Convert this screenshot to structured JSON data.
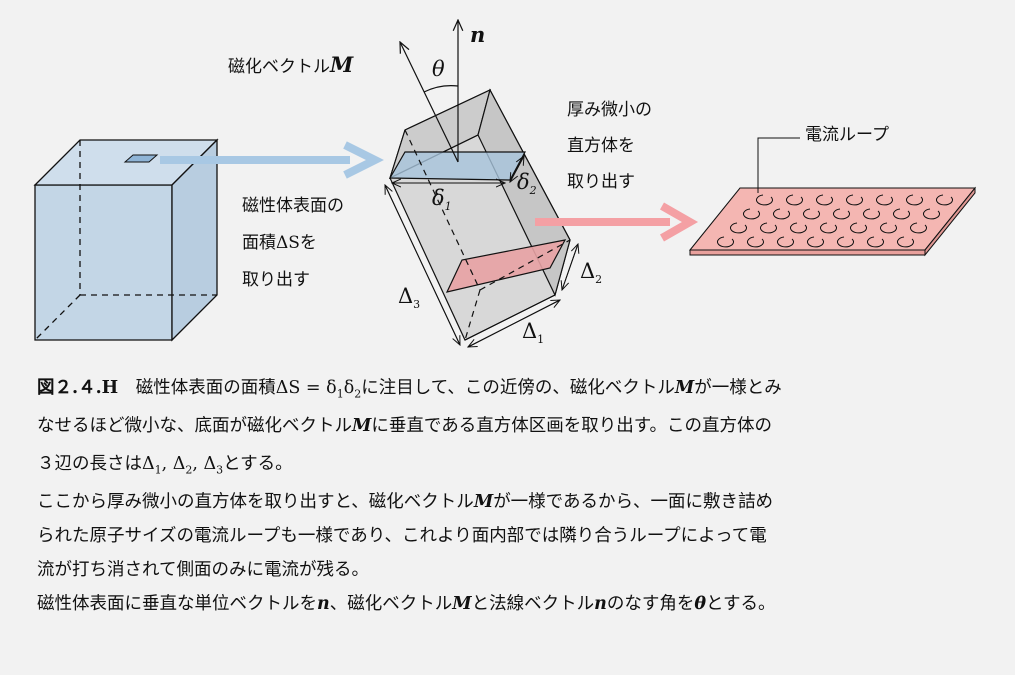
{
  "labels": {
    "magnetization": "磁化ベクトル",
    "M": "M",
    "n": "n",
    "theta": "θ",
    "thin_box": [
      "厚み微小の",
      "直方体を",
      "取り出す"
    ],
    "surface": [
      "磁性体表面の",
      "面積ΔSを",
      "取り出す"
    ],
    "current_loop": "電流ループ",
    "delta1": "δ",
    "delta1_sub": "1",
    "delta2": "δ",
    "delta2_sub": "2",
    "D1": "Δ",
    "D1_sub": "1",
    "D2": "Δ",
    "D2_sub": "2",
    "D3": "Δ",
    "D3_sub": "3"
  },
  "colors": {
    "blue": "#a8c8e4",
    "red": "#f4a0a4",
    "plate": "#f4b6b2"
  },
  "caption": [
    [
      {
        "t": "図２.４.H",
        "s": "b"
      },
      {
        "t": "　磁性体表面の面積ΔS = δ"
      },
      {
        "t": "1",
        "s": "sub"
      },
      {
        "t": "δ"
      },
      {
        "t": "2",
        "s": "sub"
      },
      {
        "t": "に注目して、この近傍の、磁化ベクトル"
      },
      {
        "t": "M",
        "s": "bi"
      },
      {
        "t": "が一様とみ"
      }
    ],
    [
      {
        "t": "なせるほど微小な、底面が磁化ベクトル"
      },
      {
        "t": "M",
        "s": "bi"
      },
      {
        "t": "に垂直である直方体区画を取り出す。この直方体の"
      }
    ],
    [
      {
        "t": "３辺の長さはΔ"
      },
      {
        "t": "1",
        "s": "sub"
      },
      {
        "t": ", Δ"
      },
      {
        "t": "2",
        "s": "sub"
      },
      {
        "t": ", Δ"
      },
      {
        "t": "3",
        "s": "sub"
      },
      {
        "t": "とする。"
      }
    ],
    [
      {
        "t": "ここから厚み微小の直方体を取り出すと、磁化ベクトル"
      },
      {
        "t": "M",
        "s": "bi"
      },
      {
        "t": "が一様であるから、一面に敷き詰め"
      }
    ],
    [
      {
        "t": "られた原子サイズの電流ループも一様であり、これより面内部では隣り合うループによって電"
      }
    ],
    [
      {
        "t": "流が打ち消されて側面のみに電流が残る。"
      }
    ],
    [
      {
        "t": "磁性体表面に垂直な単位ベクトルを"
      },
      {
        "t": "n",
        "s": "bi"
      },
      {
        "t": "、磁化ベクトル"
      },
      {
        "t": "M",
        "s": "bi"
      },
      {
        "t": "と法線ベクトル"
      },
      {
        "t": "n",
        "s": "bi"
      },
      {
        "t": "のなす角を"
      },
      {
        "t": "θ",
        "s": "bi"
      },
      {
        "t": "とする。"
      }
    ]
  ]
}
